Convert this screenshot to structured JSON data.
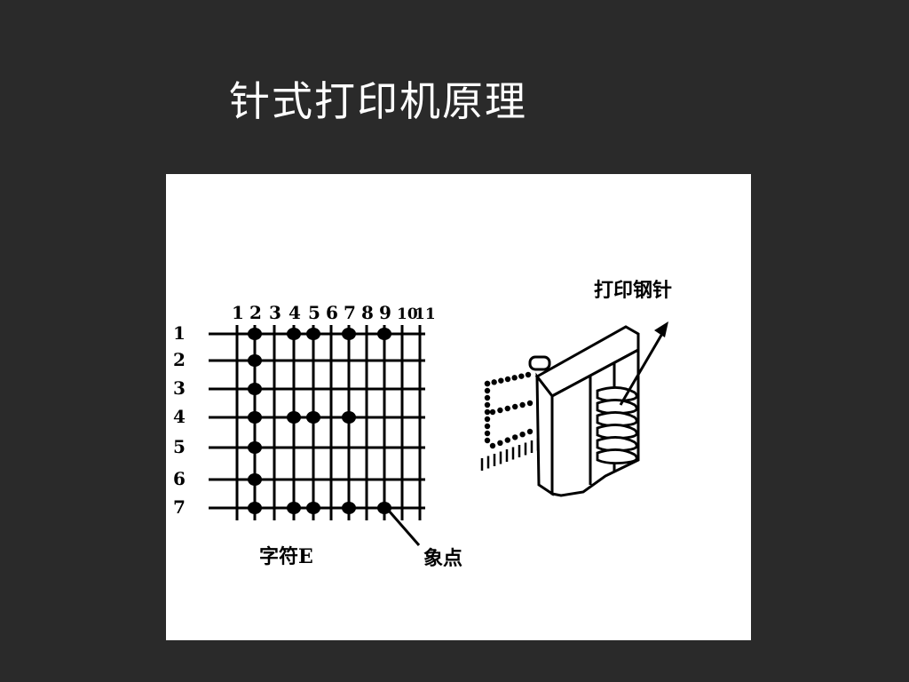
{
  "slide": {
    "title": "针式打印机原理"
  },
  "diagram": {
    "column_numbers": [
      "1",
      "2",
      "3",
      "4",
      "5",
      "6",
      "7",
      "8",
      "9",
      "10",
      "11"
    ],
    "row_numbers": [
      "1",
      "2",
      "3",
      "4",
      "5",
      "6",
      "7"
    ],
    "character_label": "字符E",
    "dot_label": "象点",
    "pin_label": "打印钢针",
    "dots": [
      [
        2,
        1
      ],
      [
        4,
        1
      ],
      [
        5,
        1
      ],
      [
        7,
        1
      ],
      [
        9,
        1
      ],
      [
        2,
        2
      ],
      [
        2,
        3
      ],
      [
        2,
        4
      ],
      [
        4,
        4
      ],
      [
        5,
        4
      ],
      [
        7,
        4
      ],
      [
        2,
        5
      ],
      [
        2,
        6
      ],
      [
        2,
        7
      ],
      [
        4,
        7
      ],
      [
        5,
        7
      ],
      [
        7,
        7
      ],
      [
        9,
        7
      ]
    ],
    "ink_color": "#000000",
    "background_color": "#ffffff"
  }
}
